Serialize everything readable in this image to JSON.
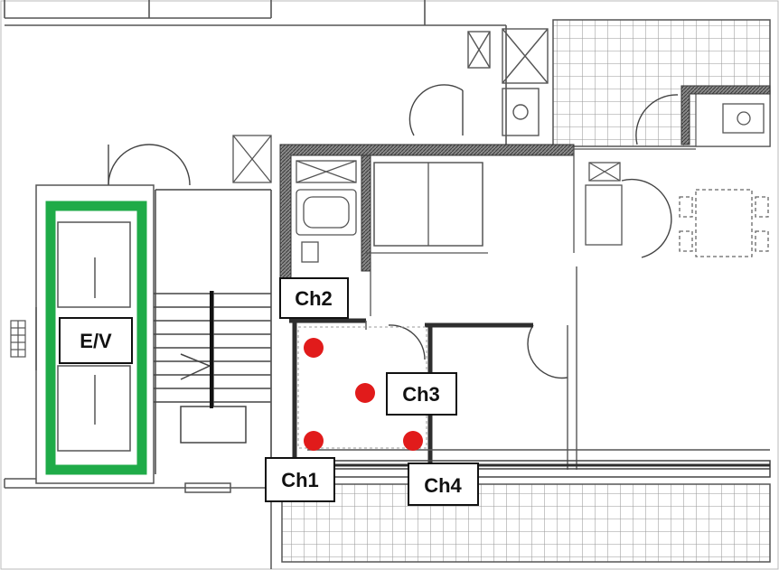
{
  "labels": {
    "elevator": "E/V",
    "ch1": "Ch1",
    "ch2": "Ch2",
    "ch3": "Ch3",
    "ch4": "Ch4"
  },
  "colors": {
    "elevator_highlight": "#1fab48",
    "channel_marker": "#e11b1b",
    "wall": "#3c3c3c",
    "hatched_wall": "#6a6a6a",
    "grid_line": "#8a8a8a",
    "background": "#ffffff"
  }
}
